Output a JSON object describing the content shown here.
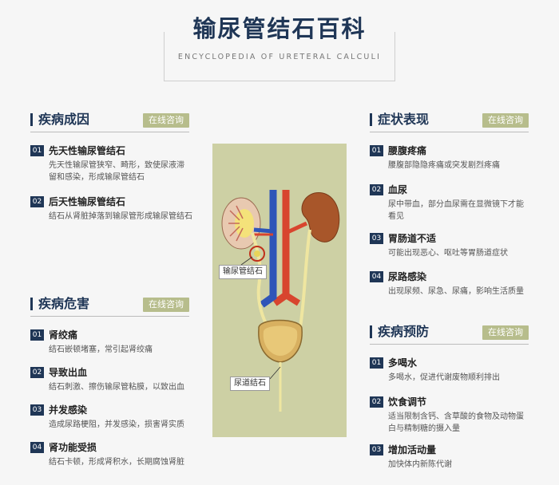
{
  "header": {
    "title": "输尿管结石百科",
    "subtitle": "ENCYCLOPEDIA OF URETERAL CALCULI"
  },
  "consult_label": "在线咨询",
  "causes": {
    "title": "疾病成因",
    "items": [
      {
        "num": "01",
        "name": "先天性输尿管结石",
        "desc": "先天性输尿管狭窄、畸形，致使尿液滞留和感染，形成输尿管结石"
      },
      {
        "num": "02",
        "name": "后天性输尿管结石",
        "desc": "结石从肾脏掉落到输尿管形成输尿管结石"
      }
    ]
  },
  "hazards": {
    "title": "疾病危害",
    "items": [
      {
        "num": "01",
        "name": "肾绞痛",
        "desc": "结石嵌顿堵塞，常引起肾绞痛"
      },
      {
        "num": "02",
        "name": "导致出血",
        "desc": "结石刺激、擦伤输尿管粘膜，以致出血"
      },
      {
        "num": "03",
        "name": "并发感染",
        "desc": "造成尿路梗阻，并发感染，损害肾实质"
      },
      {
        "num": "04",
        "name": "肾功能受损",
        "desc": "结石卡顿，形成肾积水，长期腐蚀肾脏"
      }
    ]
  },
  "symptoms": {
    "title": "症状表现",
    "items": [
      {
        "num": "01",
        "name": "腰腹疼痛",
        "desc": "腰腹部隐隐疼痛或突发剧烈疼痛"
      },
      {
        "num": "02",
        "name": "血尿",
        "desc": "尿中带血，部分血尿需在显微镜下才能看见"
      },
      {
        "num": "03",
        "name": "胃肠道不适",
        "desc": "可能出现恶心、呕吐等胃肠道症状"
      },
      {
        "num": "04",
        "name": "尿路感染",
        "desc": "出现尿频、尿急、尿痛，影响生活质量"
      }
    ]
  },
  "prevention": {
    "title": "疾病预防",
    "items": [
      {
        "num": "01",
        "name": "多喝水",
        "desc": "多喝水，促进代谢废物顺利排出"
      },
      {
        "num": "02",
        "name": "饮食调节",
        "desc": "适当限制含钙、含草酸的食物及动物蛋白与精制糖的摄入量"
      },
      {
        "num": "03",
        "name": "增加活动量",
        "desc": "加快体内新陈代谢"
      }
    ]
  },
  "illustration": {
    "label_ureter": "输尿管结石",
    "label_urethra": "尿道结石"
  }
}
